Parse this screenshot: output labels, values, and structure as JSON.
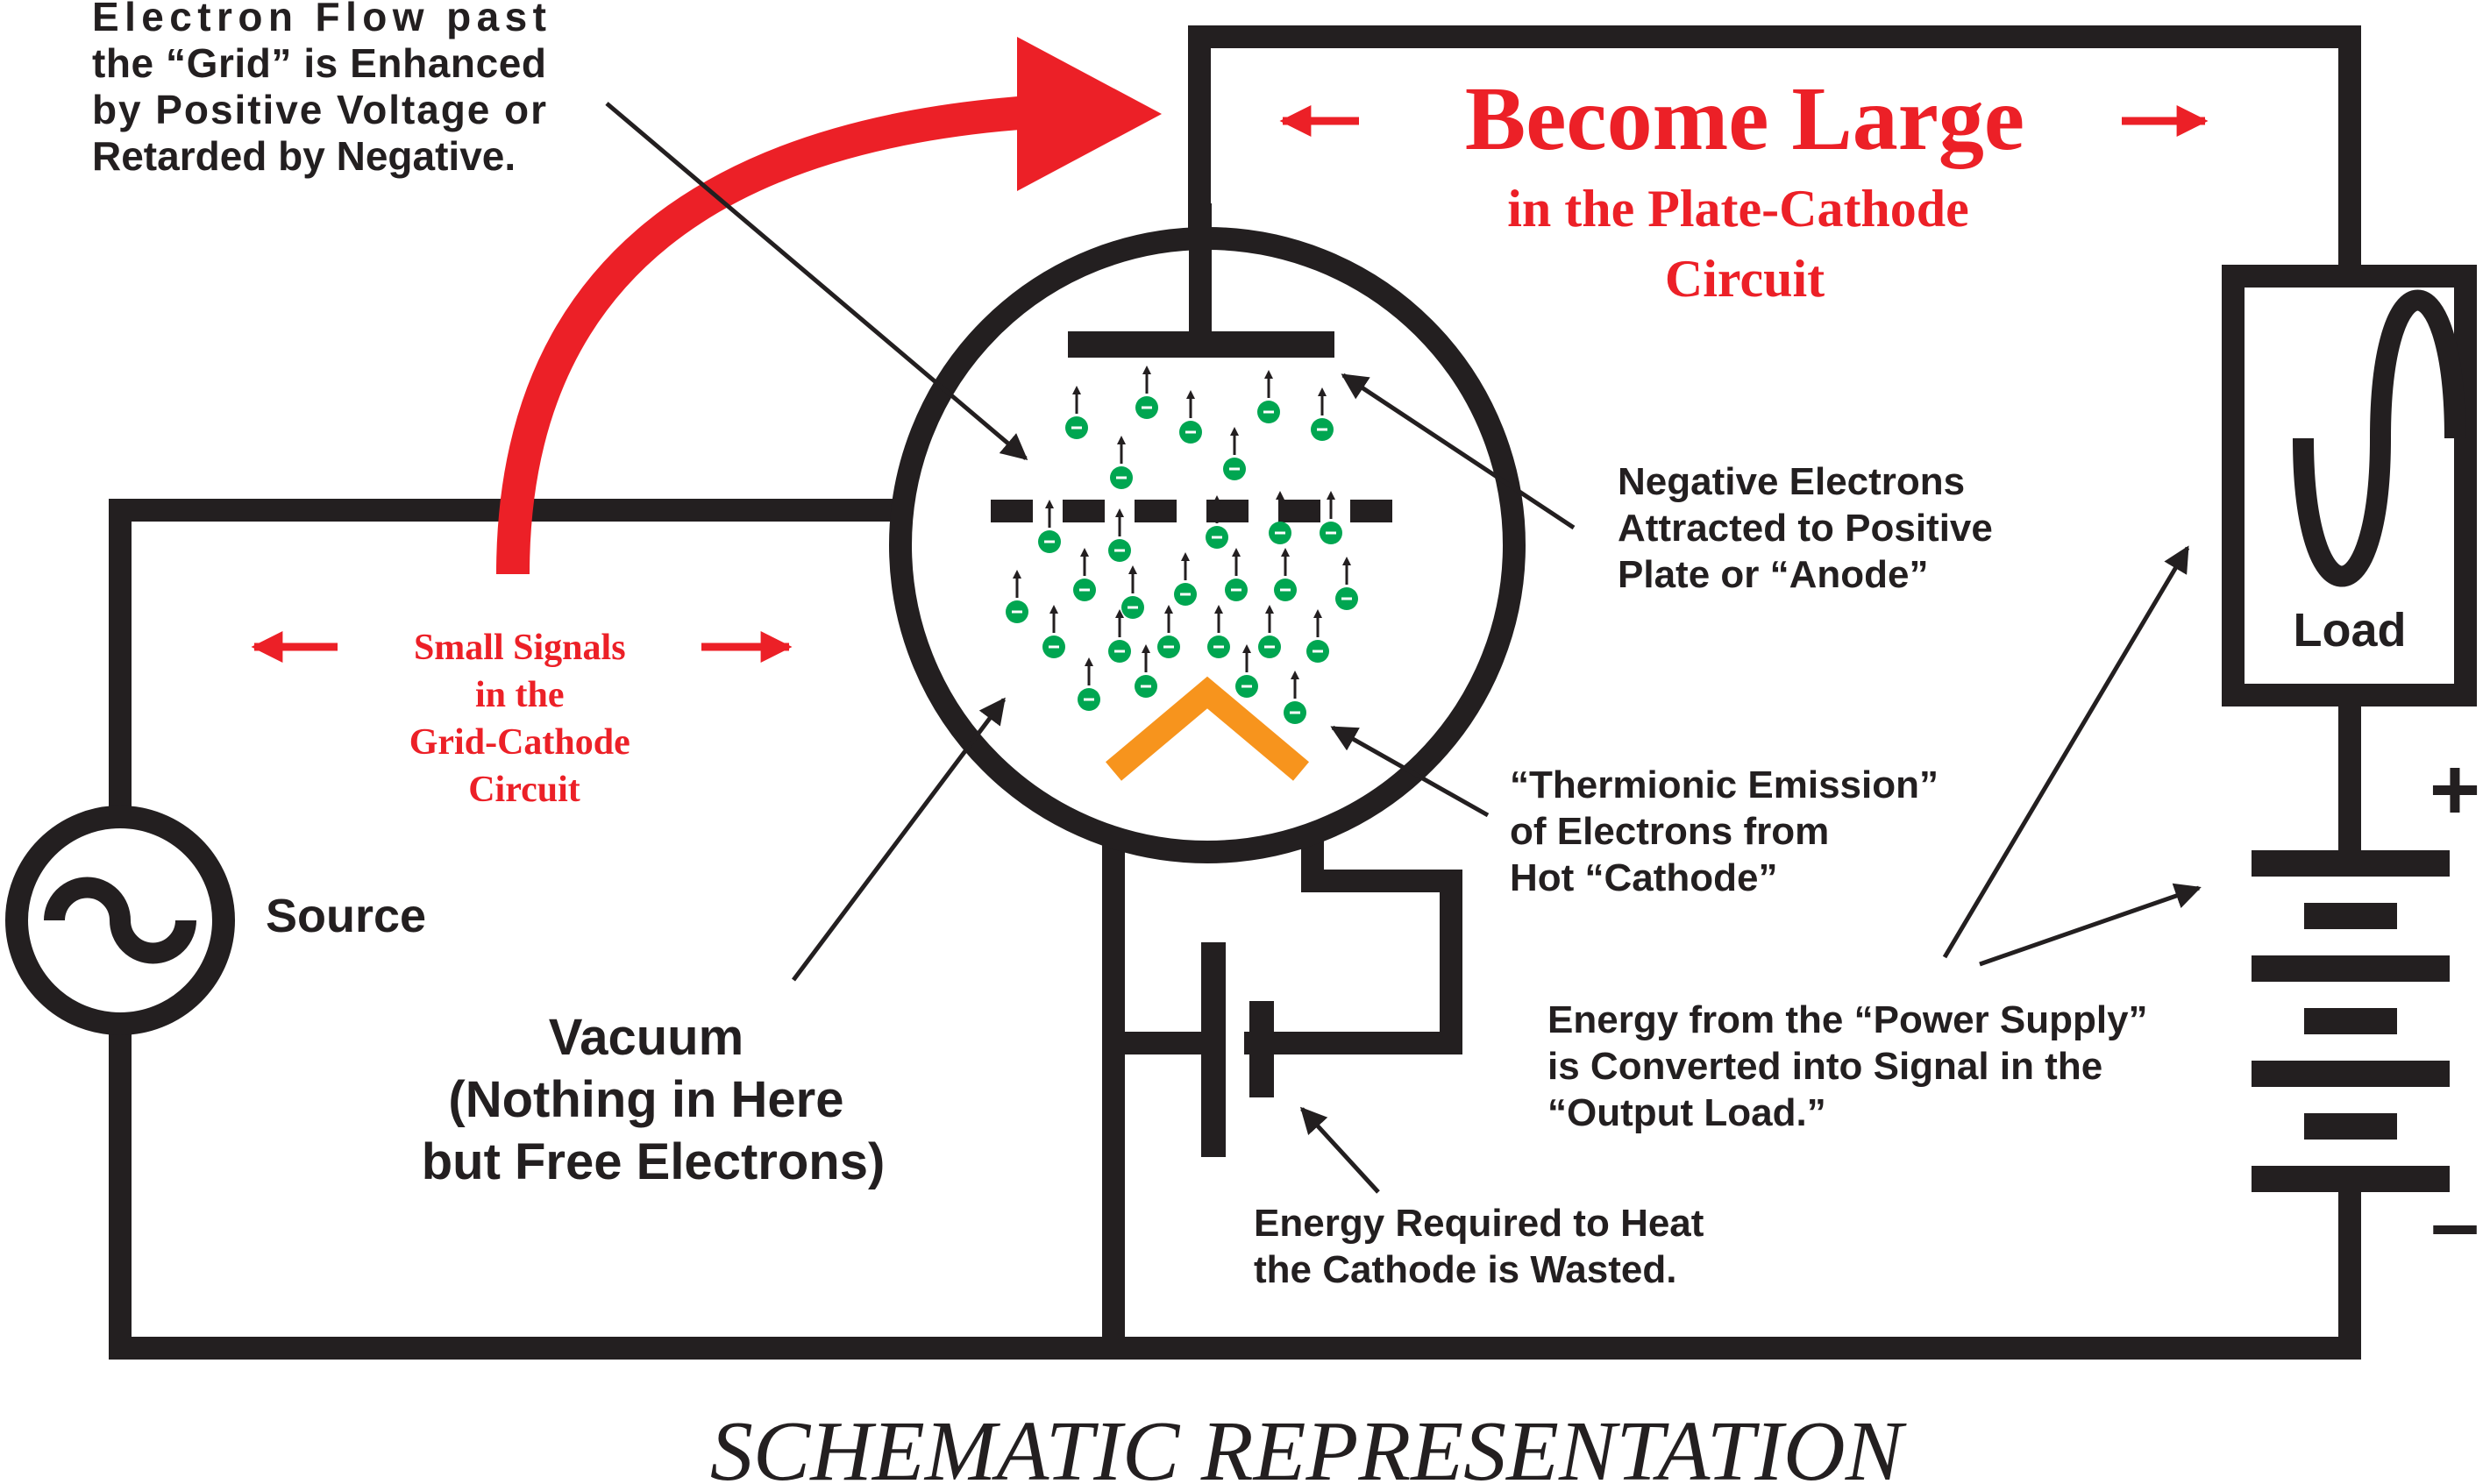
{
  "colors": {
    "wire": "#231f20",
    "accent_red": "#ec2027",
    "electron_green": "#00a651",
    "cathode_orange": "#f7941d"
  },
  "labels": {
    "grid_note": [
      "Electron Flow past",
      "the “Grid” is Enhanced",
      "by Positive Voltage or",
      "Retarded by Negative."
    ],
    "become_large": "Become Large",
    "plate_circuit": [
      "in the Plate-Cathode",
      "Circuit"
    ],
    "small_signals": [
      "Small Signals",
      "in the",
      "Grid-Cathode",
      "Circuit"
    ],
    "source": "Source",
    "load": "Load",
    "vacuum": [
      "Vacuum",
      "(Nothing in Here",
      "but Free Electrons)"
    ],
    "anode_note": [
      "Negative Electrons",
      "Attracted to Positive",
      "Plate or “Anode”"
    ],
    "thermionic_note": [
      "“Thermionic Emission”",
      "of Electrons from",
      "Hot “Cathode”"
    ],
    "power_note": [
      "Energy from the “Power Supply”",
      "is Converted into Signal in the",
      "“Output Load.”"
    ],
    "heater_note": [
      "Energy Required to Heat",
      "the Cathode is Wasted."
    ],
    "plus": "+",
    "minus": "–",
    "footer": "SCHEMATIC REPRESENTATION"
  },
  "icons": [
    "sine-wave-icon",
    "electron-icon",
    "arrow-icon"
  ]
}
